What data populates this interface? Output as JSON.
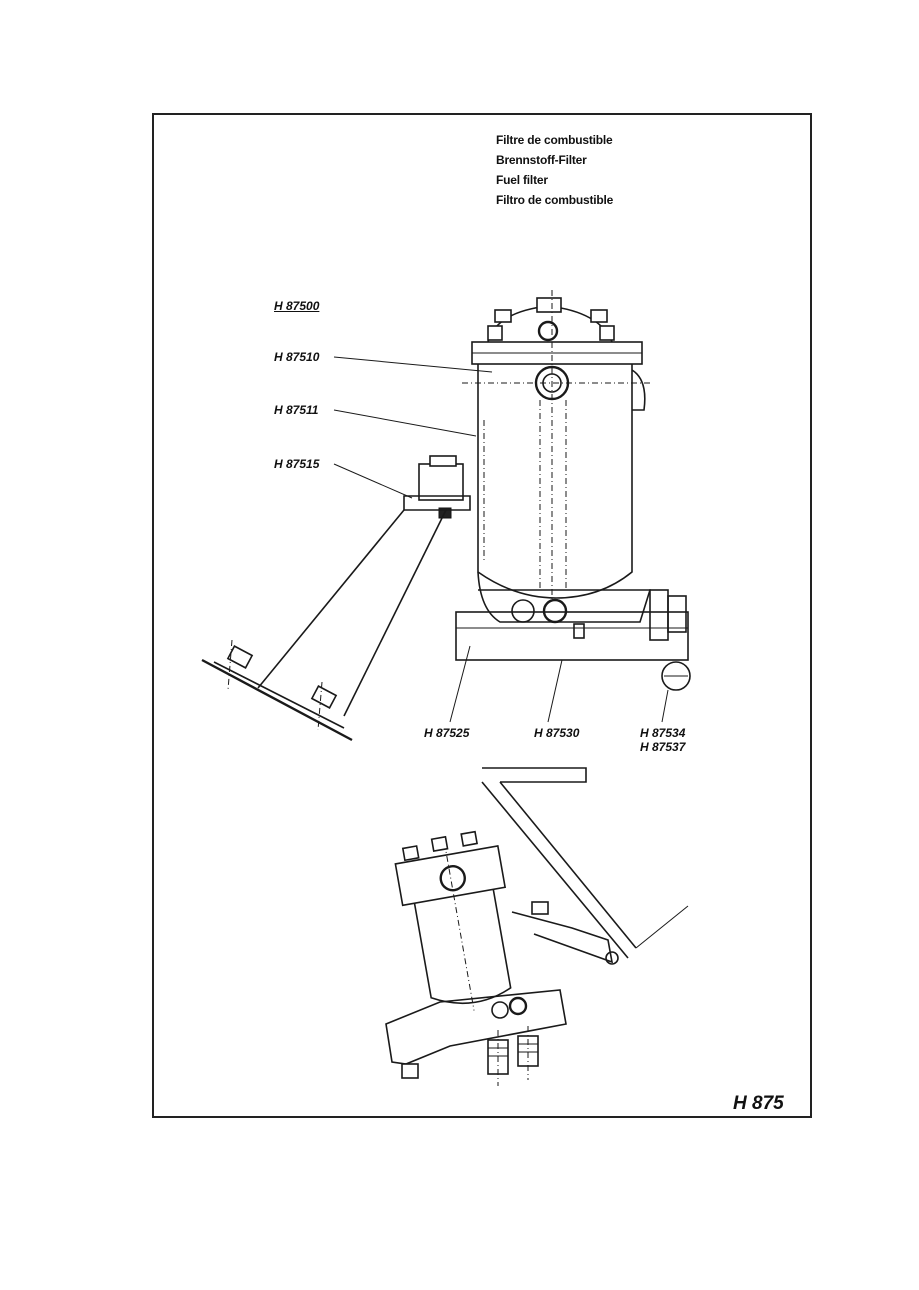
{
  "titles": {
    "fr": "Filtre de combustible",
    "de": "Brennstoff-Filter",
    "en": "Fuel filter",
    "es": "Filtro de combustible"
  },
  "parts": {
    "main": "H 87500",
    "p1": "H 87510",
    "p2": "H 87511",
    "p3": "H 87515",
    "p4": "H 87525",
    "p5": "H 87530",
    "p6": "H 87534",
    "p7": "H 87537"
  },
  "plate_number": "H 875"
}
